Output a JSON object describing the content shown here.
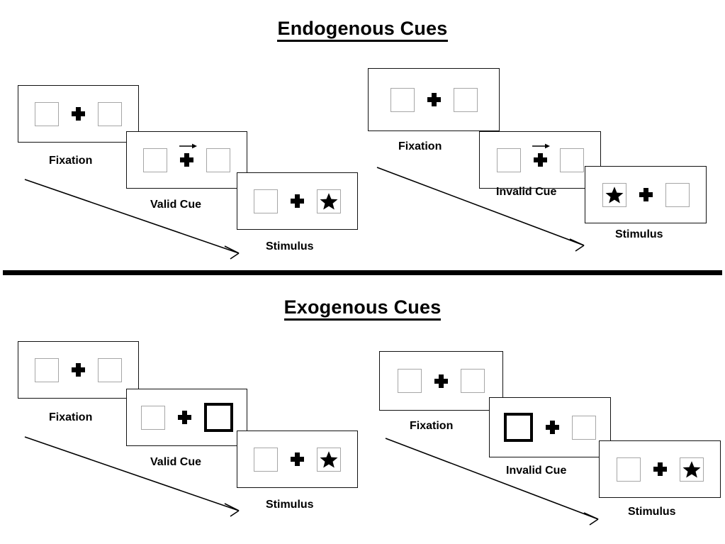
{
  "sections": [
    {
      "id": "endogenous",
      "title": "Endogenous Cues",
      "sequences": [
        {
          "id": "endogenous-valid",
          "frames": [
            {
              "label": "Fixation",
              "left_box": "empty",
              "right_box": "empty",
              "cue": "none"
            },
            {
              "label": "Valid Cue",
              "left_box": "empty",
              "right_box": "empty",
              "cue": "arrow-right"
            },
            {
              "label": "Stimulus",
              "left_box": "empty",
              "right_box": "star",
              "cue": "none"
            }
          ]
        },
        {
          "id": "endogenous-invalid",
          "frames": [
            {
              "label": "Fixation",
              "left_box": "empty",
              "right_box": "empty",
              "cue": "none"
            },
            {
              "label": "Invalid Cue",
              "left_box": "empty",
              "right_box": "empty",
              "cue": "arrow-right"
            },
            {
              "label": "Stimulus",
              "left_box": "star",
              "right_box": "empty",
              "cue": "none"
            }
          ]
        }
      ]
    },
    {
      "id": "exogenous",
      "title": "Exogenous Cues",
      "sequences": [
        {
          "id": "exogenous-valid",
          "frames": [
            {
              "label": "Fixation",
              "left_box": "empty",
              "right_box": "empty",
              "cue": "none"
            },
            {
              "label": "Valid Cue",
              "left_box": "empty",
              "right_box": "highlight",
              "cue": "none"
            },
            {
              "label": "Stimulus",
              "left_box": "empty",
              "right_box": "star",
              "cue": "none"
            }
          ]
        },
        {
          "id": "exogenous-invalid",
          "frames": [
            {
              "label": "Fixation",
              "left_box": "empty",
              "right_box": "empty",
              "cue": "none"
            },
            {
              "label": "Invalid Cue",
              "left_box": "highlight",
              "right_box": "empty",
              "cue": "none"
            },
            {
              "label": "Stimulus",
              "left_box": "empty",
              "right_box": "star",
              "cue": "none"
            }
          ]
        }
      ]
    }
  ],
  "colors": {
    "stroke": "#000000",
    "panel_border": "#111111",
    "box_border": "#a6a6a6",
    "background": "#ffffff"
  }
}
